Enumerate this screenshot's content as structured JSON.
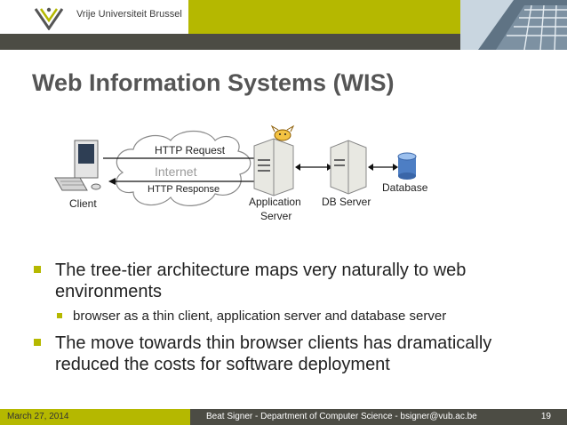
{
  "header": {
    "institution": "Vrije Universiteit Brussel"
  },
  "title": "Web Information Systems (WIS)",
  "diagram": {
    "http_request": "HTTP Request",
    "internet": "Internet",
    "http_response": "HTTP Response",
    "client": "Client",
    "application_server_line1": "Application",
    "application_server_line2": "Server",
    "db_server": "DB Server",
    "database": "Database"
  },
  "bullets": [
    {
      "line1": "The tree-tier architecture maps very naturally to web",
      "line2": "environments"
    },
    {
      "sub": "browser as a thin client, application server and database server"
    },
    {
      "line1": "The move towards thin browser clients has dramatically",
      "line2": "reduced the costs for software deployment"
    }
  ],
  "footer": {
    "date": "March 27, 2014",
    "author": "Beat Signer - Department of Computer Science - bsigner@vub.ac.be",
    "page": "19"
  },
  "colors": {
    "accent": "#b5b800",
    "band": "#4c4c44",
    "title": "#555555"
  }
}
